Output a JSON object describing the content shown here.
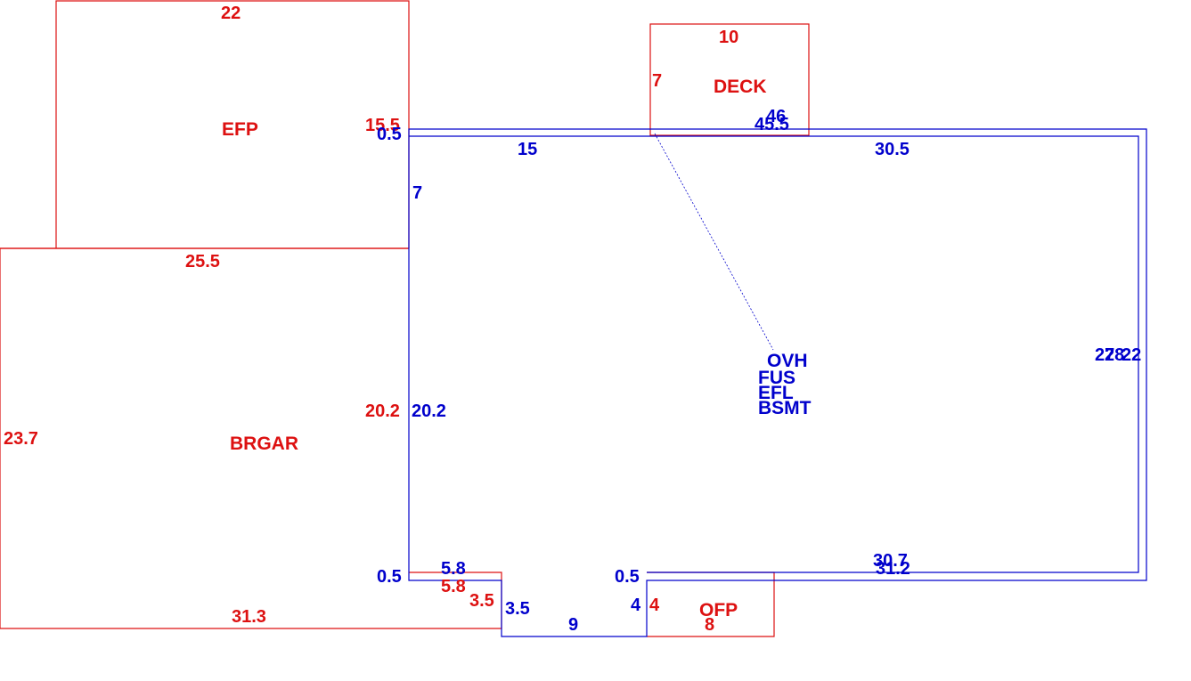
{
  "colors": {
    "living": "#0000cc",
    "addition": "#dd1111",
    "background": "#ffffff"
  },
  "areas": {
    "efp": "EFP",
    "deck": "DECK",
    "brgar": "BRGAR",
    "ofp": "OFP",
    "main_codes": [
      "OVH",
      "FUS",
      "EFL",
      "BSMT"
    ]
  },
  "dimensions": {
    "efp_top": "22",
    "efp_right": "15.5",
    "efp_bottom": "25.5",
    "deck_top": "10",
    "deck_left": "7",
    "main_deck_top_a": "46",
    "main_deck_top_b": "45.5",
    "main_corner_offset": "0.5",
    "main_top_left": "15",
    "main_top_right": "30.5",
    "main_left_upper": "7",
    "main_right_a": "27",
    "main_right_b": "28",
    "main_right_c": "22",
    "brgar_shared_red": "20.2",
    "main_left_lower": "20.2",
    "brgar_left": "23.7",
    "brgar_bottom": "31.3",
    "brgar_step_offset": "0.5",
    "step_top_blue": "5.8",
    "step_top_red": "5.8",
    "step_side_red": "3.5",
    "step_side_blue": "3.5",
    "bump_bottom": "9",
    "bump_right_blue": "4",
    "ofp_left": "4",
    "ofp_bottom": "8",
    "bump_corner_offset": "0.5",
    "main_bottom_a": "30.7",
    "main_bottom_b": "31.2"
  }
}
